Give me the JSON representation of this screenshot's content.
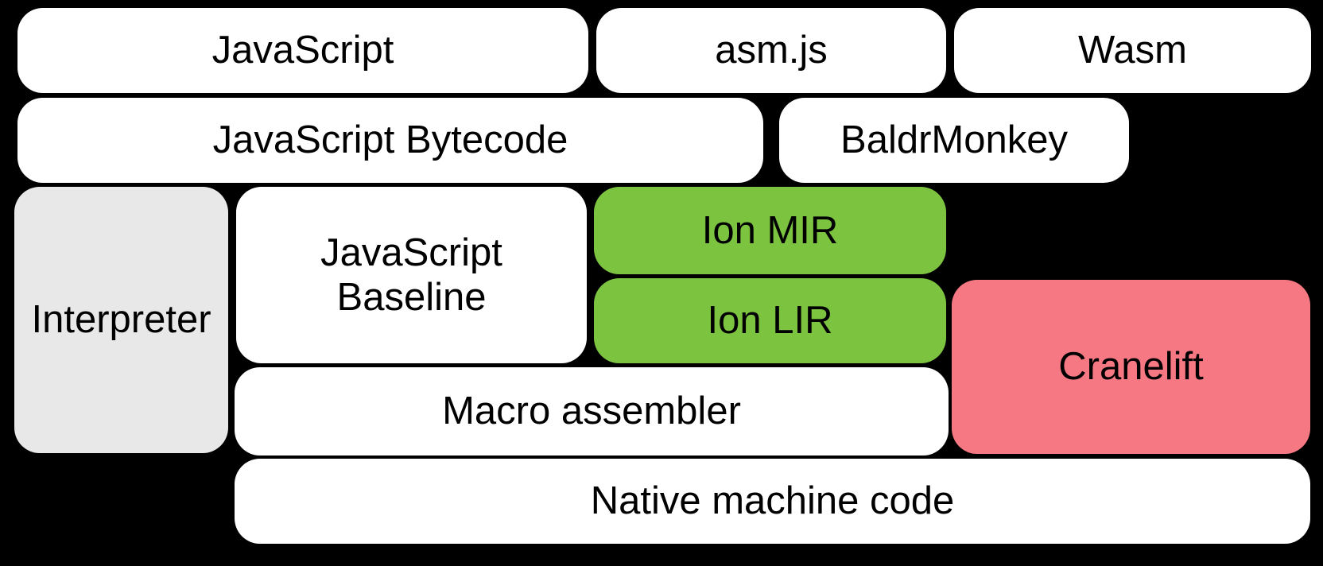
{
  "diagram": {
    "background_color": "#000000",
    "text_color": "#000000",
    "colors": {
      "default_box": "#FFFFFF",
      "interpreter_box": "#E8E8E8",
      "ion_box": "#7CC440",
      "cranelift_box": "#F67883"
    },
    "nodes": [
      {
        "id": "javascript",
        "label": "JavaScript",
        "color": "#FFFFFF"
      },
      {
        "id": "asm-js",
        "label": "asm.js",
        "color": "#FFFFFF"
      },
      {
        "id": "wasm",
        "label": "Wasm",
        "color": "#FFFFFF"
      },
      {
        "id": "javascript-bytecode",
        "label": "JavaScript Bytecode",
        "color": "#FFFFFF"
      },
      {
        "id": "baldrmonkey",
        "label": "BaldrMonkey",
        "color": "#FFFFFF"
      },
      {
        "id": "interpreter",
        "label": "Interpreter",
        "color": "#E8E8E8"
      },
      {
        "id": "javascript-baseline",
        "label": "JavaScript Baseline",
        "color": "#FFFFFF"
      },
      {
        "id": "ion-mir",
        "label": "Ion MIR",
        "color": "#7CC440"
      },
      {
        "id": "ion-lir",
        "label": "Ion LIR",
        "color": "#7CC440"
      },
      {
        "id": "cranelift",
        "label": "Cranelift",
        "color": "#F67883"
      },
      {
        "id": "macro-assembler",
        "label": "Macro assembler",
        "color": "#FFFFFF"
      },
      {
        "id": "native-machine-code",
        "label": "Native machine code",
        "color": "#FFFFFF"
      }
    ]
  }
}
